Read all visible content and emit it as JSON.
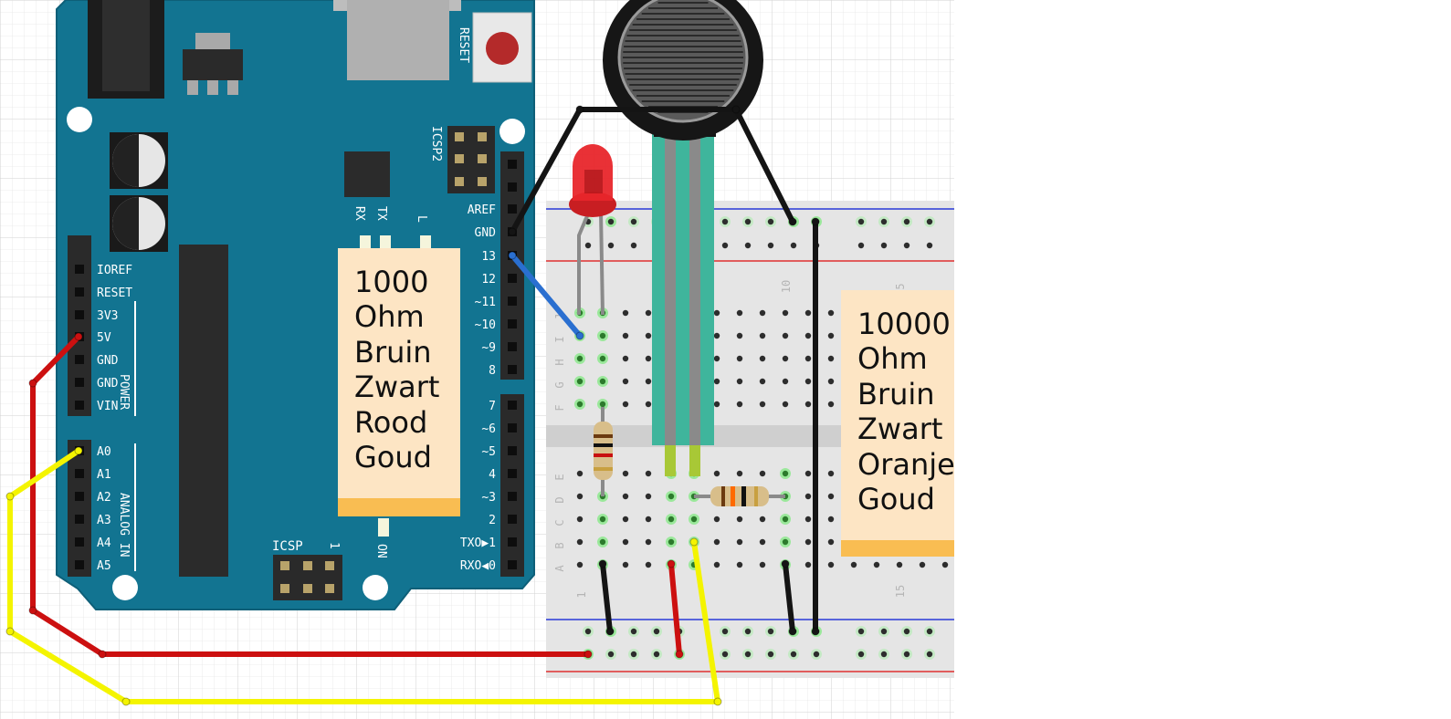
{
  "arduino": {
    "reset_label": "RESET",
    "icsp2_label": "ICSP2",
    "icsp_label": "ICSP",
    "icsp_pin1": "1",
    "power_label": "POWER",
    "analog_label": "ANALOG IN",
    "on_label": "ON",
    "led_labels": [
      "RX",
      "TX",
      "L"
    ],
    "power_pins": [
      "IOREF",
      "RESET",
      "3V3",
      "5V",
      "GND",
      "GND",
      "VIN"
    ],
    "analog_pins": [
      "A0",
      "A1",
      "A2",
      "A3",
      "A4",
      "A5"
    ],
    "digital_high": [
      "AREF",
      "GND",
      "13",
      "12",
      "~11",
      "~10",
      "~9",
      "8"
    ],
    "digital_low": [
      "7",
      "~6",
      "~5",
      "4",
      "~3",
      "2",
      "TXO▶1",
      "RXO◀0"
    ]
  },
  "breadboard": {
    "row_letters_top": [
      "J",
      "I",
      "H",
      "G",
      "F"
    ],
    "row_letters_bottom": [
      "E",
      "D",
      "C",
      "B",
      "A"
    ],
    "column_numbers": [
      "1",
      "5",
      "10",
      "15"
    ]
  },
  "notes": [
    {
      "text": "1000\nOhm\nBruin\nZwart\nRood\nGoud"
    },
    {
      "text": "10000\nOhm\nBruin\nZwart\nOranje\nGoud"
    }
  ],
  "colors": {
    "board": "#127491",
    "wire_red": "#cc1010",
    "wire_yellow": "#f4f400",
    "wire_black": "#141414",
    "wire_blue": "#2a6fd0",
    "note_bg": "#fde5c4",
    "note_strip": "#f9bd52",
    "led": "#e8262b"
  }
}
